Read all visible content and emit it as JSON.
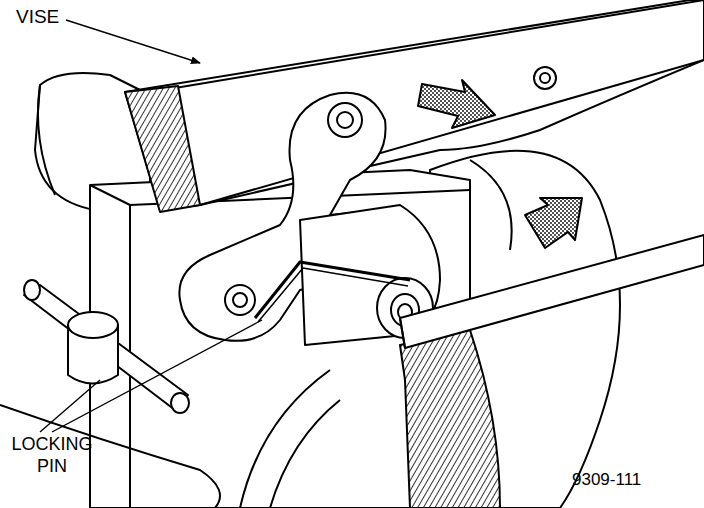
{
  "diagram": {
    "labels": [
      "VISE",
      "LOCKING PIN",
      "9309-111"
    ]
  }
}
